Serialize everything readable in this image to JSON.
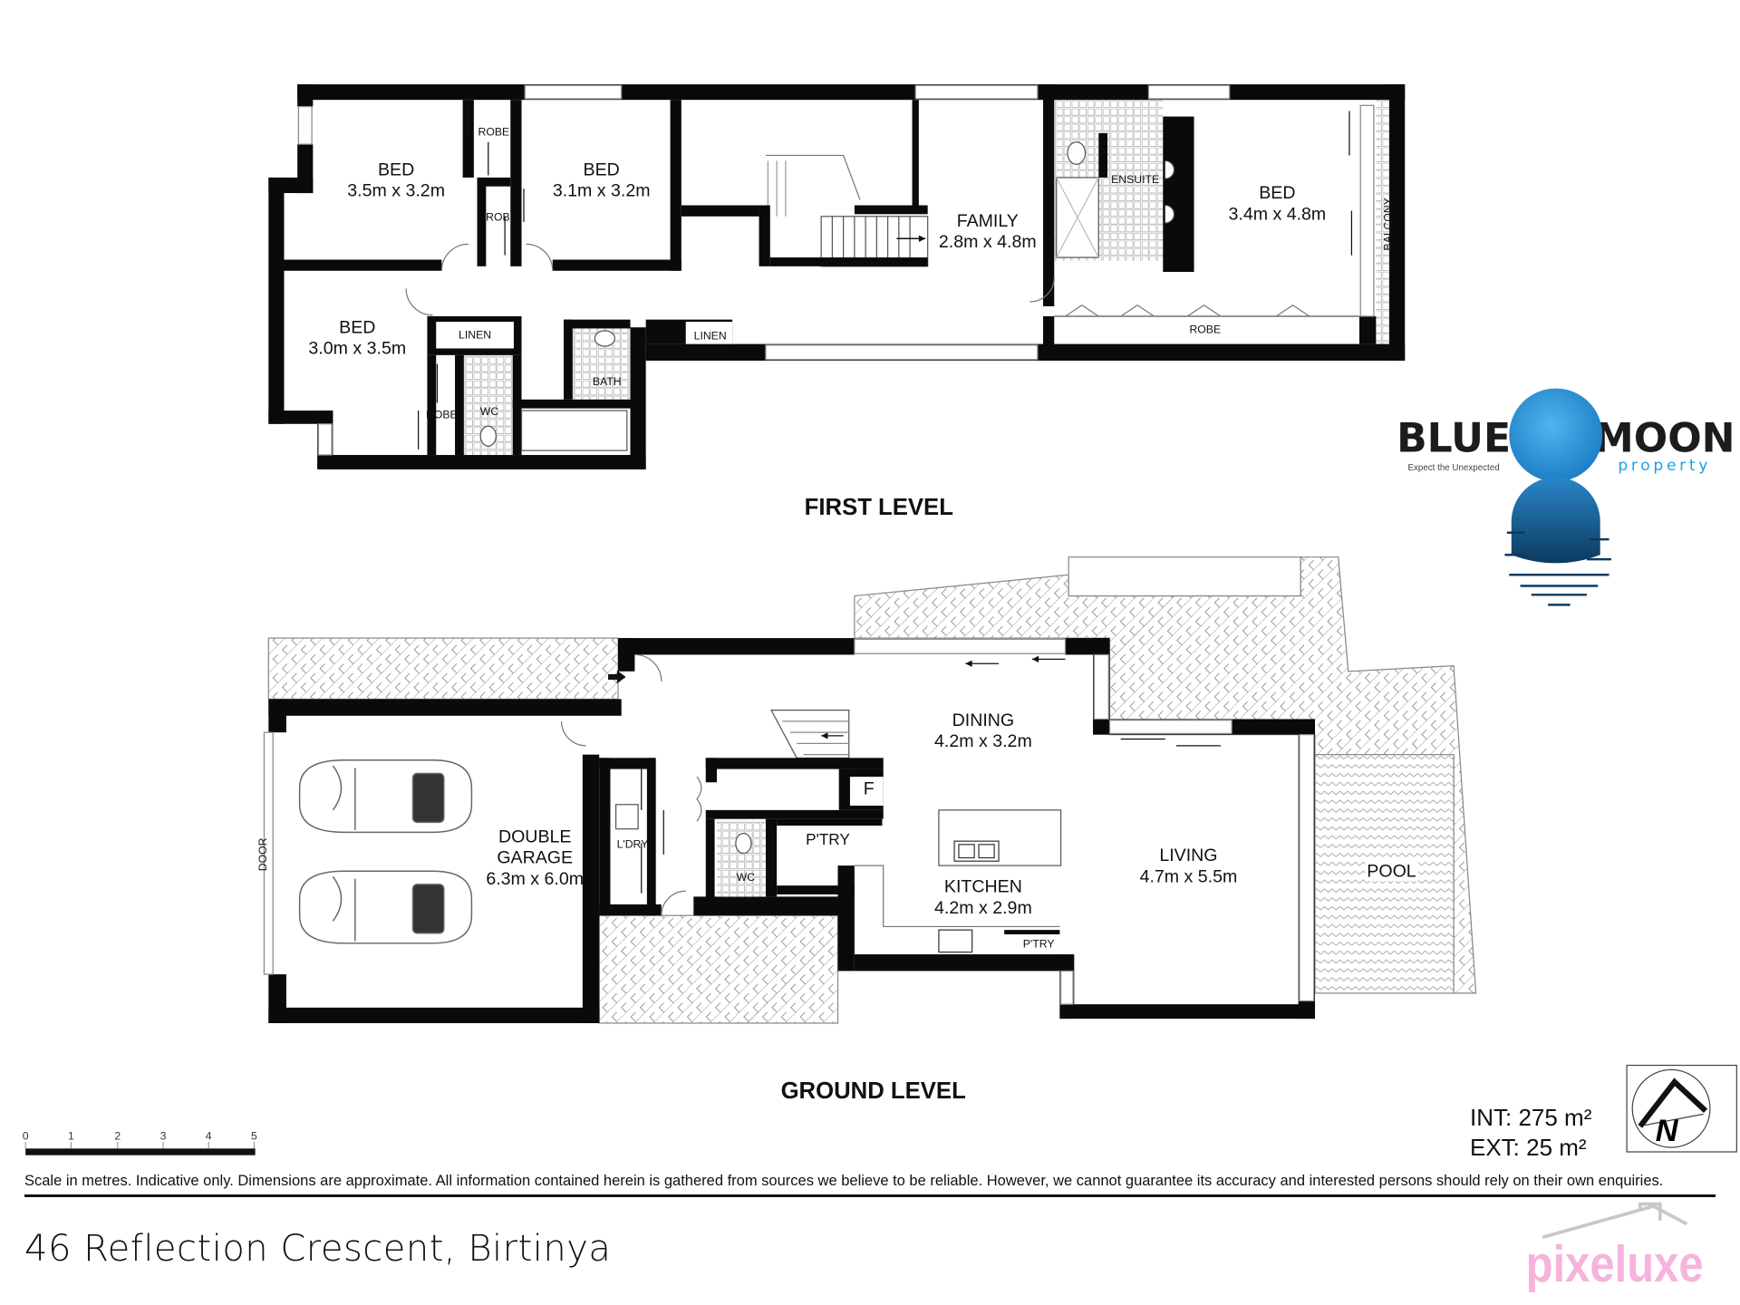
{
  "levels": {
    "first": "FIRST LEVEL",
    "ground": "GROUND LEVEL"
  },
  "first_level_rooms": {
    "bed1": {
      "name": "BED",
      "dims": "3.5m x 3.2m"
    },
    "bed2": {
      "name": "BED",
      "dims": "3.1m x 3.2m"
    },
    "bed3": {
      "name": "BED",
      "dims": "3.0m x 3.5m"
    },
    "family": {
      "name": "FAMILY",
      "dims": "2.8m x 4.8m"
    },
    "master": {
      "name": "BED",
      "dims": "3.4m x 4.8m"
    },
    "robe1": "ROBE",
    "robe2": "ROBE",
    "robe3": "ROBE",
    "robe_master": "ROBE",
    "linen1": "LINEN",
    "linen2": "LINEN",
    "wc": "WC",
    "bath": "BATH",
    "ensuite": "ENSUITE",
    "balcony": "BALCONY"
  },
  "ground_level_rooms": {
    "garage": {
      "name1": "DOUBLE",
      "name2": "GARAGE",
      "dims": "6.3m x 6.0m"
    },
    "dining": {
      "name": "DINING",
      "dims": "4.2m x 3.2m"
    },
    "kitchen": {
      "name": "KITCHEN",
      "dims": "4.2m x 2.9m"
    },
    "living": {
      "name": "LIVING",
      "dims": "4.7m x 5.5m"
    },
    "laundry": "L'DRY",
    "wc": "WC",
    "pantry1": "P'TRY",
    "pantry2": "P'TRY",
    "fridge": "F",
    "pool": "POOL",
    "door": "DOOR"
  },
  "scale": {
    "ticks": [
      "0",
      "1",
      "2",
      "3",
      "4",
      "5"
    ]
  },
  "areas": {
    "internal": "INT: 275 m²",
    "external": "EXT: 25 m²"
  },
  "disclaimer": "Scale in metres. Indicative only. Dimensions are approximate. All information contained herein is gathered from sources we believe to be reliable. However, we cannot guarantee its accuracy and interested persons should rely on their own enquiries.",
  "address": "46 Reflection Crescent, Birtinya",
  "agency_logo": {
    "word1": "BLUE",
    "word2": "MOON",
    "sub": "property",
    "tagline": "Expect the Unexpected"
  },
  "studio_logo": "pixeluxe",
  "compass": "N",
  "colors": {
    "moon": "#2e9be0",
    "property": "#1da1e6",
    "pixeluxe": "#f6b3dc",
    "wall": "#0a0a0a"
  }
}
